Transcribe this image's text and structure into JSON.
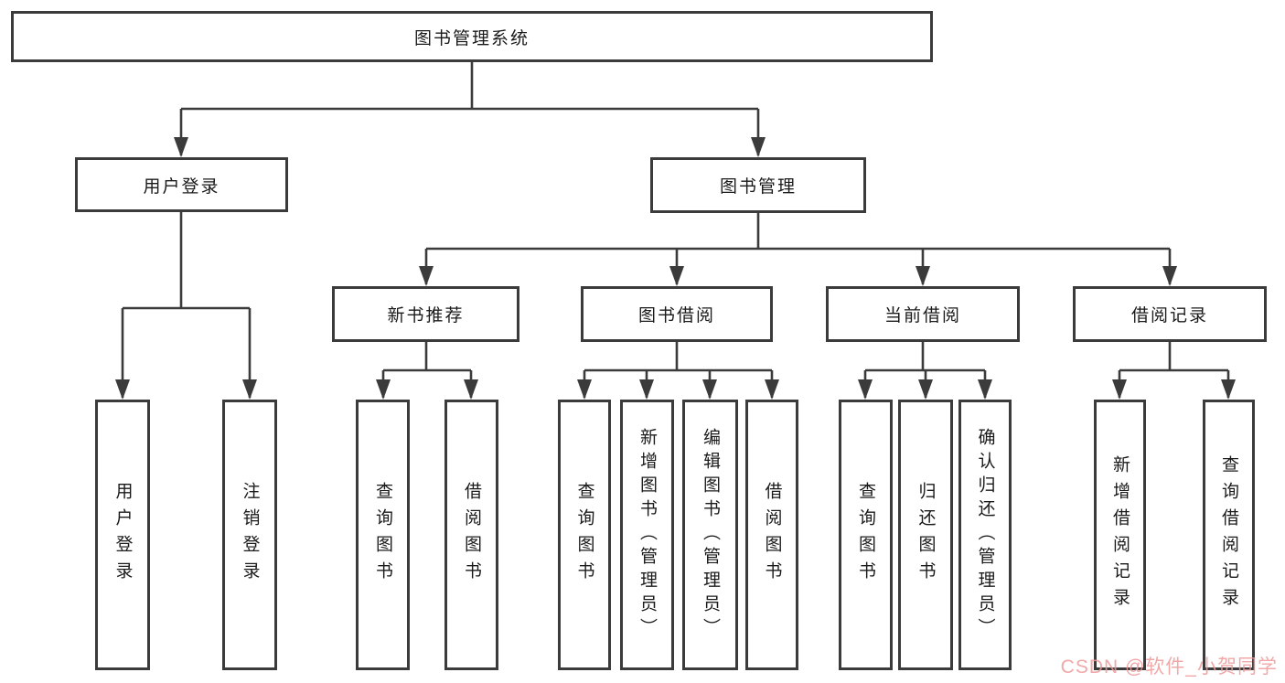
{
  "tree": {
    "label": "图书管理系统",
    "children": [
      {
        "label": "用户登录",
        "children": [
          {
            "label": "用户登录"
          },
          {
            "label": "注销登录"
          }
        ]
      },
      {
        "label": "图书管理",
        "children": [
          {
            "label": "新书推荐",
            "children": [
              {
                "label": "查询图书"
              },
              {
                "label": "借阅图书"
              }
            ]
          },
          {
            "label": "图书借阅",
            "children": [
              {
                "label": "查询图书"
              },
              {
                "label": "新增图书（管理员）"
              },
              {
                "label": "编辑图书（管理员）"
              },
              {
                "label": "借阅图书"
              }
            ]
          },
          {
            "label": "当前借阅",
            "children": [
              {
                "label": "查询图书"
              },
              {
                "label": "归还图书"
              },
              {
                "label": "确认归还（管理员）"
              }
            ]
          },
          {
            "label": "借阅记录",
            "children": [
              {
                "label": "新增借阅记录"
              },
              {
                "label": "查询借阅记录"
              }
            ]
          }
        ]
      }
    ]
  },
  "watermark": {
    "text": "CSDN @软件_小贺同学"
  },
  "colors": {
    "line": "#3b3b3b",
    "box_border": "#3b3b3b",
    "text": "#1a1a1a",
    "watermark": "#ee9999",
    "background": "#ffffff"
  }
}
